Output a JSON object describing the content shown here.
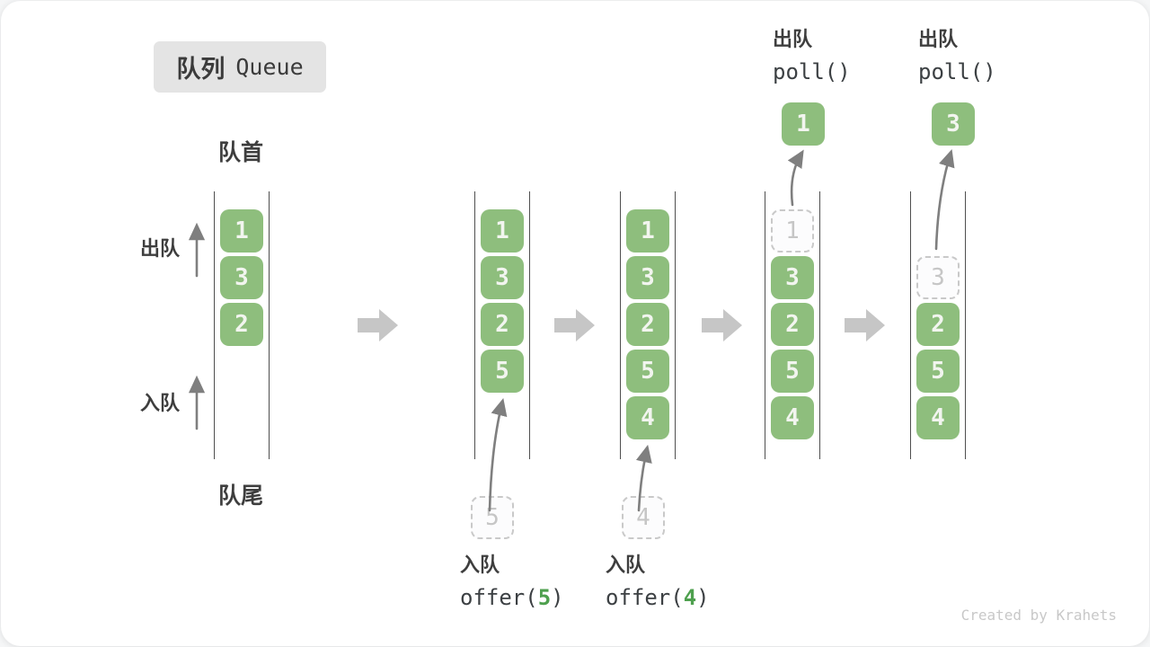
{
  "title": {
    "zh": "队列",
    "en": "Queue"
  },
  "labels": {
    "front": "队首",
    "rear": "队尾",
    "dequeue_side": "出队",
    "enqueue_side": "入队"
  },
  "watermark": "Created by Krahets",
  "colors": {
    "green_box": "#8ebe7d",
    "box_text": "#f2f5ef",
    "code_green": "#4ea04e",
    "dashed_border": "#c9c9c9",
    "channel_line": "#4f4f4f",
    "block_arrow": "#c6c6c6",
    "thin_arrow": "#7f7f7f",
    "label_dark": "#3e3e3e",
    "title_bg": "#e4e4e4"
  },
  "stages": [
    {
      "items": [
        {
          "value": "1"
        },
        {
          "value": "3"
        },
        {
          "value": "2"
        }
      ]
    },
    {
      "items": [
        {
          "value": "1"
        },
        {
          "value": "3"
        },
        {
          "value": "2"
        },
        {
          "value": "5"
        }
      ],
      "incoming_value": "5",
      "caption": {
        "zh": "入队",
        "code_before": "offer(",
        "arg": "5",
        "code_after": ")"
      }
    },
    {
      "items": [
        {
          "value": "1"
        },
        {
          "value": "3"
        },
        {
          "value": "2"
        },
        {
          "value": "5"
        },
        {
          "value": "4"
        }
      ],
      "incoming_value": "4",
      "caption": {
        "zh": "入队",
        "code_before": "offer(",
        "arg": "4",
        "code_after": ")"
      }
    },
    {
      "items": [
        {
          "value": "1",
          "dashed": true
        },
        {
          "value": "3"
        },
        {
          "value": "2"
        },
        {
          "value": "5"
        },
        {
          "value": "4"
        }
      ],
      "outgoing_value": "1",
      "top_caption": {
        "zh": "出队",
        "code": "poll()"
      }
    },
    {
      "items": [
        {
          "value": "3",
          "dashed": true,
          "slot": 1
        },
        {
          "value": "2"
        },
        {
          "value": "5"
        },
        {
          "value": "4"
        }
      ],
      "outgoing_value": "3",
      "top_caption": {
        "zh": "出队",
        "code": "poll()"
      }
    }
  ]
}
